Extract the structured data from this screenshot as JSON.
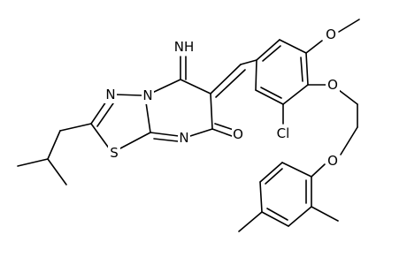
{
  "structure": {
    "bond_color": "#000000",
    "background_color": "#ffffff",
    "atom_labels": {
      "imine": "NH",
      "ring_n_top": "N",
      "ring_n_left": "N",
      "ring_n_bottom": "N",
      "sulfur": "S",
      "carbonyl_o": "O",
      "methoxy_o": "O",
      "ether_o_top": "O",
      "ether_o_bottom": "O",
      "chlorine": "Cl"
    }
  }
}
